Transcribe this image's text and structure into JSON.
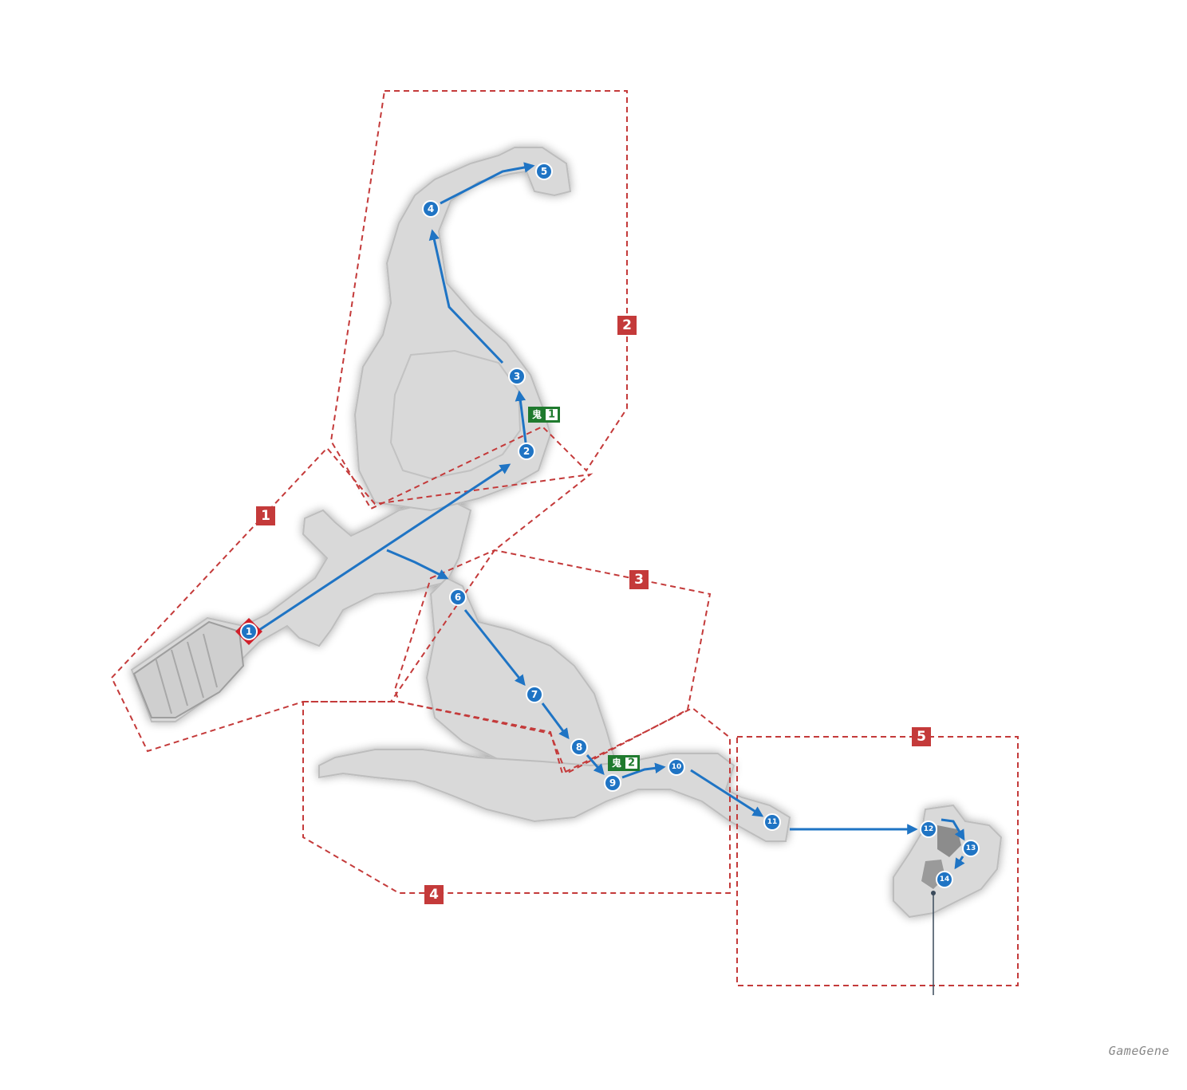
{
  "map": {
    "areas": [
      {
        "id": "1",
        "label": "1"
      },
      {
        "id": "2",
        "label": "2"
      },
      {
        "id": "3",
        "label": "3"
      },
      {
        "id": "4",
        "label": "4"
      },
      {
        "id": "5",
        "label": "5"
      }
    ],
    "waypoints": [
      {
        "label": "1",
        "type": "start"
      },
      {
        "label": "2"
      },
      {
        "label": "3"
      },
      {
        "label": "4"
      },
      {
        "label": "5"
      },
      {
        "label": "6"
      },
      {
        "label": "7"
      },
      {
        "label": "8"
      },
      {
        "label": "9"
      },
      {
        "label": "10"
      },
      {
        "label": "11"
      },
      {
        "label": "12"
      },
      {
        "label": "13"
      },
      {
        "label": "14"
      }
    ],
    "oni_markers": [
      {
        "kanji": "鬼",
        "number": "1"
      },
      {
        "kanji": "鬼",
        "number": "2"
      }
    ],
    "colors": {
      "route": "#1f74c4",
      "area_border": "#c43a3a",
      "area_label_bg": "#c43a3a",
      "terrain": "#d9d9d9",
      "terrain_edge": "#bdbdbd",
      "oni_bg": "#1f7a2e",
      "start_marker": "#d01f2a"
    }
  },
  "watermark": "GameGene"
}
